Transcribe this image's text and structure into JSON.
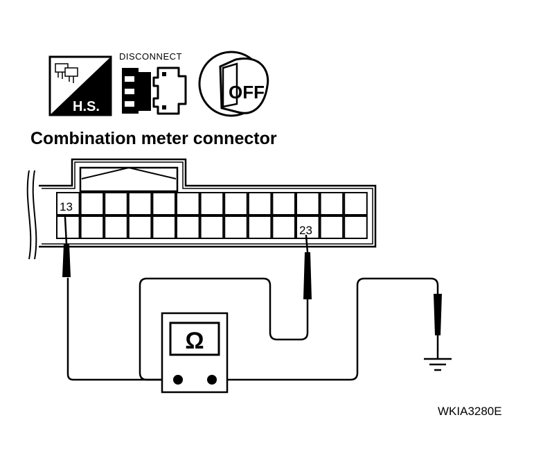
{
  "icons": {
    "hs_label": "H.S.",
    "disconnect_label": "DISCONNECT",
    "ignition_label": "OFF"
  },
  "title": "Combination meter connector",
  "terminals": {
    "left": "13",
    "right": "23"
  },
  "meter_symbol": "Ω",
  "reference_code": "WKIA3280E"
}
